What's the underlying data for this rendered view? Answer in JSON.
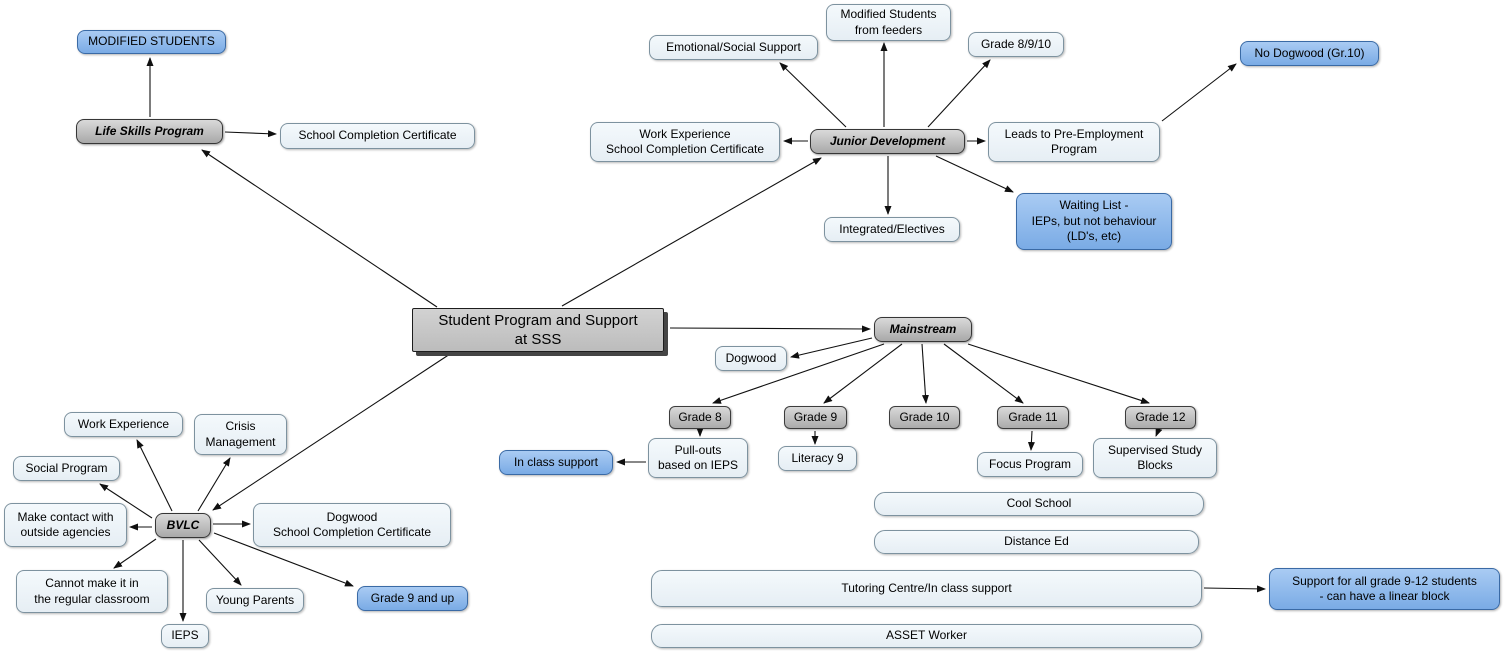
{
  "diagram": {
    "type": "concept-map",
    "title": "Student Program and Support at SSS",
    "colors": {
      "node_blue": "#7fb1e9",
      "node_gray": "#c0c0c0",
      "node_light": "#eef5f9",
      "center_gray": "#c9c9c9",
      "line": "#101010"
    },
    "nodes": {
      "center": {
        "label": "Student Program and Support\nat SSS"
      },
      "modified_students": {
        "label": "MODIFIED STUDENTS"
      },
      "life_skills_program": {
        "label": "Life Skills Program"
      },
      "school_completion_certificate": {
        "label": "School Completion Certificate"
      },
      "emotional_social_support": {
        "label": "Emotional/Social Support"
      },
      "modified_students_from_feeders": {
        "label": "Modified Students\nfrom feeders"
      },
      "grade_8_9_10": {
        "label": "Grade 8/9/10"
      },
      "no_dogwood": {
        "label": "No Dogwood (Gr.10)"
      },
      "work_experience_scc": {
        "label": "Work Experience\nSchool Completion Certificate"
      },
      "junior_development": {
        "label": "Junior Development"
      },
      "pre_employment": {
        "label": "Leads to Pre-Employment\nProgram"
      },
      "integrated_electives": {
        "label": "Integrated/Electives"
      },
      "waiting_list": {
        "label": "Waiting List -\nIEPs, but not behaviour\n(LD's, etc)"
      },
      "mainstream": {
        "label": "Mainstream"
      },
      "dogwood": {
        "label": "Dogwood"
      },
      "grade_8": {
        "label": "Grade 8"
      },
      "grade_9": {
        "label": "Grade 9"
      },
      "grade_10": {
        "label": "Grade 10"
      },
      "grade_11": {
        "label": "Grade 11"
      },
      "grade_12": {
        "label": "Grade 12"
      },
      "pull_outs": {
        "label": "Pull-outs\nbased on IEPS"
      },
      "in_class_support": {
        "label": "In class support"
      },
      "literacy_9": {
        "label": "Literacy 9"
      },
      "focus_program": {
        "label": "Focus Program"
      },
      "supervised_study_blocks": {
        "label": "Supervised Study\nBlocks"
      },
      "cool_school": {
        "label": "Cool School"
      },
      "distance_ed": {
        "label": "Distance Ed"
      },
      "tutoring_centre": {
        "label": "Tutoring Centre/In class support"
      },
      "support_9_12": {
        "label": "Support for all grade 9-12 students\n- can have a linear block"
      },
      "asset_worker": {
        "label": "ASSET Worker"
      },
      "bvlc": {
        "label": "BVLC"
      },
      "work_experience": {
        "label": "Work Experience"
      },
      "crisis_management": {
        "label": "Crisis\nManagement"
      },
      "social_program": {
        "label": "Social Program"
      },
      "outside_agencies": {
        "label": "Make contact with\noutside agencies"
      },
      "cannot_regular_classroom": {
        "label": "Cannot make it in\nthe regular classroom"
      },
      "ieps": {
        "label": "IEPS"
      },
      "young_parents": {
        "label": "Young Parents"
      },
      "dogwood_scc": {
        "label": "Dogwood\nSchool Completion Certificate"
      },
      "grade_9_and_up": {
        "label": "Grade 9 and up"
      }
    },
    "edges": [
      {
        "from": "life_skills_program",
        "to": "modified_students"
      },
      {
        "from": "life_skills_program",
        "to": "school_completion_certificate"
      },
      {
        "from": "center",
        "to": "life_skills_program"
      },
      {
        "from": "center",
        "to": "junior_development"
      },
      {
        "from": "center",
        "to": "mainstream"
      },
      {
        "from": "center",
        "to": "bvlc"
      },
      {
        "from": "junior_development",
        "to": "emotional_social_support"
      },
      {
        "from": "junior_development",
        "to": "modified_students_from_feeders"
      },
      {
        "from": "junior_development",
        "to": "grade_8_9_10"
      },
      {
        "from": "junior_development",
        "to": "work_experience_scc"
      },
      {
        "from": "junior_development",
        "to": "pre_employment"
      },
      {
        "from": "pre_employment",
        "to": "no_dogwood"
      },
      {
        "from": "junior_development",
        "to": "integrated_electives"
      },
      {
        "from": "junior_development",
        "to": "waiting_list"
      },
      {
        "from": "mainstream",
        "to": "dogwood"
      },
      {
        "from": "mainstream",
        "to": "grade_8"
      },
      {
        "from": "mainstream",
        "to": "grade_9"
      },
      {
        "from": "mainstream",
        "to": "grade_10"
      },
      {
        "from": "mainstream",
        "to": "grade_11"
      },
      {
        "from": "mainstream",
        "to": "grade_12"
      },
      {
        "from": "grade_8",
        "to": "pull_outs"
      },
      {
        "from": "pull_outs",
        "to": "in_class_support"
      },
      {
        "from": "grade_9",
        "to": "literacy_9"
      },
      {
        "from": "grade_11",
        "to": "focus_program"
      },
      {
        "from": "grade_12",
        "to": "supervised_study_blocks"
      },
      {
        "from": "tutoring_centre",
        "to": "support_9_12"
      },
      {
        "from": "bvlc",
        "to": "work_experience"
      },
      {
        "from": "bvlc",
        "to": "crisis_management"
      },
      {
        "from": "bvlc",
        "to": "social_program"
      },
      {
        "from": "bvlc",
        "to": "outside_agencies"
      },
      {
        "from": "bvlc",
        "to": "cannot_regular_classroom"
      },
      {
        "from": "bvlc",
        "to": "ieps"
      },
      {
        "from": "bvlc",
        "to": "young_parents"
      },
      {
        "from": "bvlc",
        "to": "dogwood_scc"
      },
      {
        "from": "bvlc",
        "to": "grade_9_and_up"
      }
    ]
  }
}
